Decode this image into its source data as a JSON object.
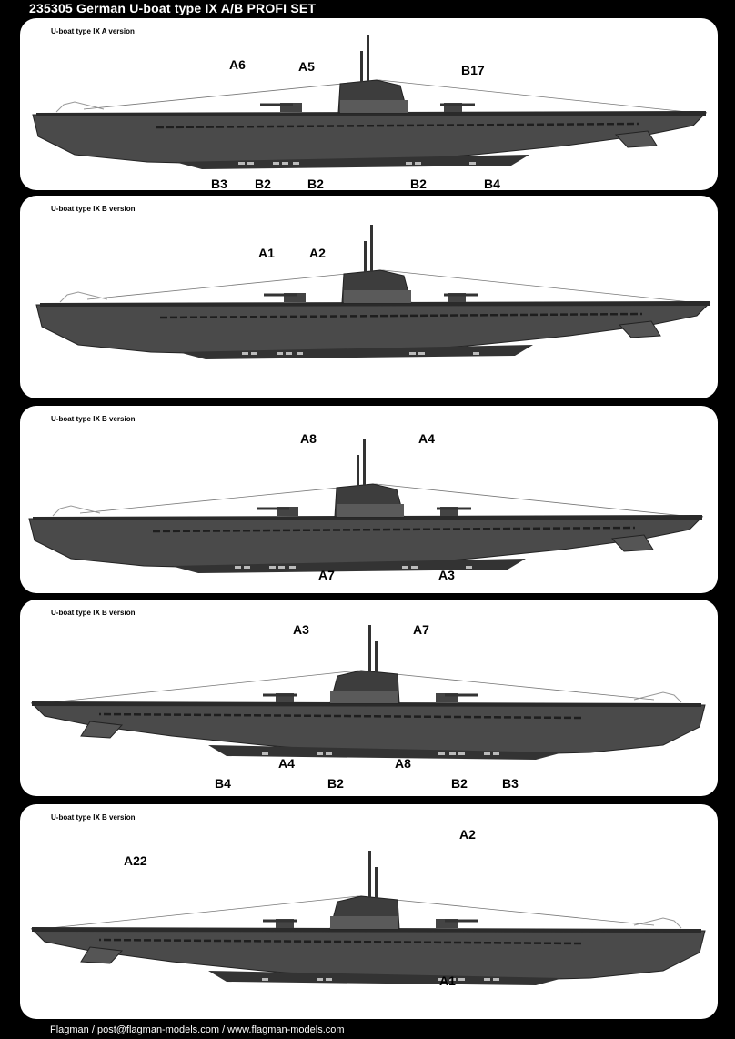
{
  "header": {
    "title": "235305 German U-boat type IX A/B PROFI SET"
  },
  "panels": [
    {
      "caption": "U-boat type IX A version",
      "labels": [
        "A6",
        "A5",
        "B17",
        "B3",
        "B2",
        "B2",
        "B2",
        "B4"
      ]
    },
    {
      "caption": "U-boat type IX B version",
      "labels": [
        "A1",
        "A2"
      ]
    },
    {
      "caption": "U-boat type IX B version",
      "labels": [
        "A8",
        "A4",
        "A7",
        "A3"
      ]
    },
    {
      "caption": "U-boat type IX B version",
      "labels": [
        "A3",
        "A7",
        "B4",
        "A4",
        "B2",
        "A8",
        "B2",
        "B3"
      ]
    },
    {
      "caption": "U-boat type IX B version",
      "labels": [
        "A2",
        "A22",
        "A1"
      ]
    }
  ],
  "footer": {
    "text": "Flagman / post@flagman-models.com / www.flagman-models.com"
  }
}
